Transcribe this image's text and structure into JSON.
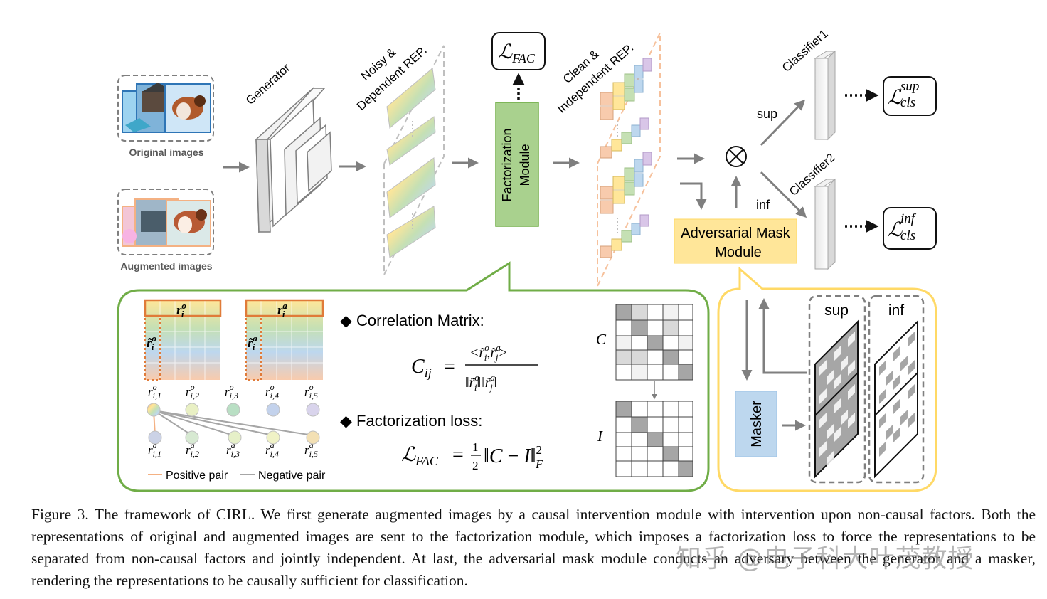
{
  "figure": {
    "inputs": {
      "original_label": "Original images",
      "augmented_label": "Augmented images"
    },
    "generator_label": "Generator",
    "noisy_rep_label_line1": "Noisy &",
    "noisy_rep_label_line2": "Dependent REP.",
    "loss_fac_main": "ℒ",
    "loss_fac_sub": "FAC",
    "factorization_line1": "Factorization",
    "factorization_line2": "Module",
    "clean_rep_label_line1": "Clean &",
    "clean_rep_label_line2": "Independent REP.",
    "otimes": "⊗",
    "sup_label": "sup",
    "inf_label": "inf",
    "classifier1_label": "Classifier1",
    "classifier2_label": "Classifier2",
    "loss_sup_main": "ℒ",
    "loss_sup_sup": "sup",
    "loss_sup_sub": "cls",
    "loss_inf_main": "ℒ",
    "loss_inf_sup": "inf",
    "loss_inf_sub": "cls",
    "adv_mask_line1": "Adversarial Mask",
    "adv_mask_line2": "Module",
    "detail_left": {
      "r_o_label": "r",
      "r_o_sub": "i",
      "r_o_sup": "o",
      "r_a_label": "r",
      "r_a_sub": "i",
      "r_a_sup": "a",
      "rt_o_label": "r̃",
      "rt_o_sub": "i",
      "rt_o_sup": "o",
      "rt_a_label": "r̃",
      "rt_a_sub": "i",
      "rt_a_sup": "a",
      "top_nodes": [
        {
          "base": "r",
          "sup": "o",
          "sub": "i,1"
        },
        {
          "base": "r",
          "sup": "o",
          "sub": "i,2"
        },
        {
          "base": "r",
          "sup": "o",
          "sub": "i,3"
        },
        {
          "base": "r",
          "sup": "o",
          "sub": "i,4"
        },
        {
          "base": "r",
          "sup": "o",
          "sub": "i,5"
        }
      ],
      "bottom_nodes": [
        {
          "base": "r",
          "sup": "a",
          "sub": "i,1"
        },
        {
          "base": "r",
          "sup": "a",
          "sub": "i,2"
        },
        {
          "base": "r",
          "sup": "a",
          "sub": "i,3"
        },
        {
          "base": "r",
          "sup": "a",
          "sub": "i,4"
        },
        {
          "base": "r",
          "sup": "a",
          "sub": "i,5"
        }
      ],
      "positive_pair": "Positive pair",
      "negative_pair": "Negative pair"
    },
    "correlation_title": "◆ Correlation Matrix:",
    "factorization_title": "◆ Factorization loss:",
    "C_label": "C",
    "I_label": "I",
    "masker_label": "Masker",
    "mask_sup_label": "sup",
    "mask_inf_label": "inf"
  },
  "caption": "Figure 3. The framework of CIRL. We first generate augmented images by a causal intervention module with intervention upon non-causal factors. Both the representations of original and augmented images are sent to the factorization module, which imposes a factorization loss to force the representations to be separated from non-causal factors and jointly independent. At last, the adversarial mask module conducts an adversary between the generator and a masker, rendering the representations to be causally sufficient for classification.",
  "watermark": "知乎 @电子科大叶茂教授",
  "colors": {
    "factorization_fill": "#a9d18e",
    "adv_mask_fill": "#ffe699",
    "masker_fill": "#bdd7ee",
    "green_outline": "#70ad47",
    "yellow_outline": "#ffd966",
    "orange_outline": "#e07b39",
    "arrow_gray": "#808080"
  }
}
